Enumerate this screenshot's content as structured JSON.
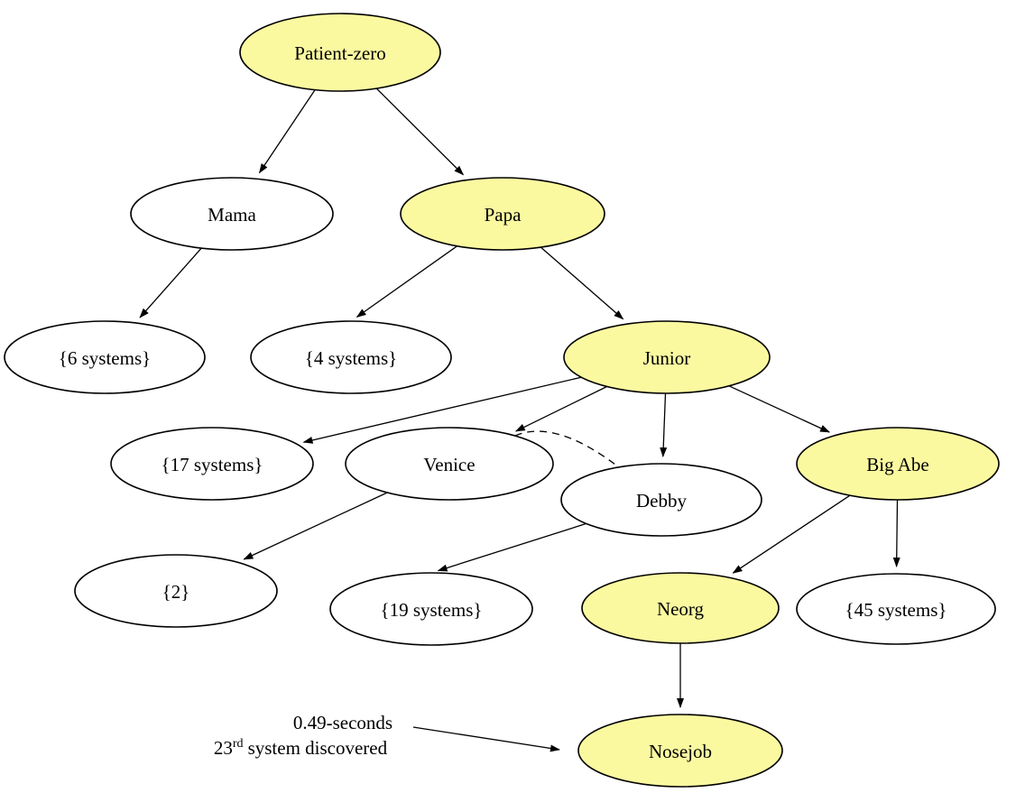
{
  "diagram": {
    "background": "#ffffff",
    "colors": {
      "node_fill": "#ffffff",
      "highlight_fill": "#FBF9A0",
      "stroke": "#000000"
    },
    "nodes": [
      {
        "id": "patient-zero",
        "label": "Patient-zero",
        "highlighted": true
      },
      {
        "id": "mama",
        "label": "Mama",
        "highlighted": false
      },
      {
        "id": "papa",
        "label": "Papa",
        "highlighted": true
      },
      {
        "id": "sys6",
        "label": "{6 systems}",
        "highlighted": false
      },
      {
        "id": "sys4",
        "label": "{4 systems}",
        "highlighted": false
      },
      {
        "id": "junior",
        "label": "Junior",
        "highlighted": true
      },
      {
        "id": "sys17",
        "label": "{17 systems}",
        "highlighted": false
      },
      {
        "id": "venice",
        "label": "Venice",
        "highlighted": false
      },
      {
        "id": "debby",
        "label": "Debby",
        "highlighted": false
      },
      {
        "id": "big-abe",
        "label": "Big Abe",
        "highlighted": true
      },
      {
        "id": "sys2",
        "label": "{2}",
        "highlighted": false
      },
      {
        "id": "sys19",
        "label": "{19 systems}",
        "highlighted": false
      },
      {
        "id": "neorg",
        "label": "Neorg",
        "highlighted": true
      },
      {
        "id": "sys45",
        "label": "{45 systems}",
        "highlighted": false
      },
      {
        "id": "nosejob",
        "label": "Nosejob",
        "highlighted": true
      }
    ],
    "edges": [
      {
        "from": "patient-zero",
        "to": "mama",
        "style": "solid"
      },
      {
        "from": "patient-zero",
        "to": "papa",
        "style": "solid"
      },
      {
        "from": "mama",
        "to": "sys6",
        "style": "solid"
      },
      {
        "from": "papa",
        "to": "sys4",
        "style": "solid",
        "to_port": "top"
      },
      {
        "from": "papa",
        "to": "junior",
        "style": "solid"
      },
      {
        "from": "junior",
        "to": "sys17",
        "style": "solid"
      },
      {
        "from": "junior",
        "to": "venice",
        "style": "solid"
      },
      {
        "from": "junior",
        "to": "debby",
        "style": "solid"
      },
      {
        "from": "junior",
        "to": "big-abe",
        "style": "solid"
      },
      {
        "from": "venice",
        "to": "sys2",
        "style": "solid"
      },
      {
        "from": "venice",
        "to": "debby",
        "style": "dashed"
      },
      {
        "from": "debby",
        "to": "sys19",
        "style": "solid",
        "to_port": "top"
      },
      {
        "from": "big-abe",
        "to": "neorg",
        "style": "solid"
      },
      {
        "from": "big-abe",
        "to": "sys45",
        "style": "solid"
      },
      {
        "from": "neorg",
        "to": "nosejob",
        "style": "solid"
      }
    ],
    "annotation": {
      "line1": "0.49-seconds",
      "line2_base": "23",
      "line2_sup": "rd",
      "line2_rest": "system discovered",
      "points_to": "nosejob"
    }
  }
}
